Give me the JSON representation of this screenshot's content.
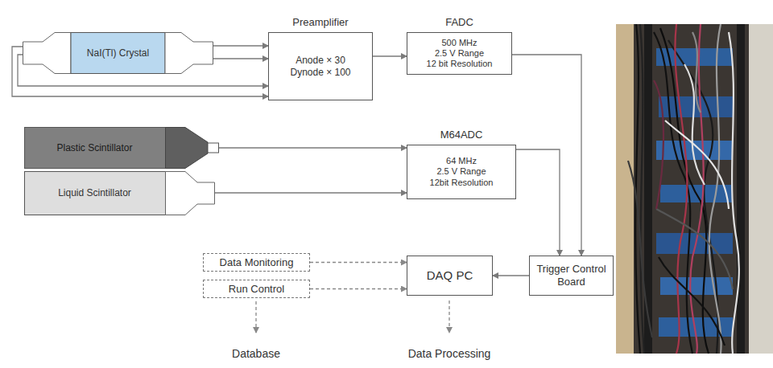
{
  "diagram": {
    "nodes": [
      {
        "text": [
          "NaI(Tl) Crystal"
        ]
      },
      {
        "text": [
          "Preamplifier",
          "Anode × 30",
          "Dynode × 100"
        ]
      },
      {
        "text": [
          "FADC",
          "500 MHz",
          "2.5 V Range",
          "12 bit Resolution"
        ]
      },
      {
        "text": [
          "Plastic Scintillator"
        ]
      },
      {
        "text": [
          "Liquid Scintillator"
        ]
      },
      {
        "text": [
          "M64ADC",
          "64 MHz",
          "2.5 V Range",
          "12bit Resolution"
        ]
      },
      {
        "text": [
          "Data Monitoring"
        ]
      },
      {
        "text": [
          "Run Control"
        ]
      },
      {
        "text": [
          "DAQ PC"
        ]
      },
      {
        "text": [
          "Trigger Control Board"
        ]
      }
    ],
    "edges": [
      {
        "from": 0,
        "to": 1,
        "arrow": "to"
      },
      {
        "from": 0,
        "to": 1,
        "arrow": "to"
      },
      {
        "from": 0,
        "to": 1,
        "arrow": "to"
      },
      {
        "from": 0,
        "to": 1,
        "arrow": "to"
      },
      {
        "from": 1,
        "to": 2,
        "arrow": "to"
      },
      {
        "from": 3,
        "to": 5,
        "arrow": "to"
      },
      {
        "from": 4,
        "to": 5,
        "arrow": "to"
      },
      {
        "from": 2,
        "to": 9,
        "arrow": "to"
      },
      {
        "from": 5,
        "to": 9,
        "arrow": "to"
      },
      {
        "from": 9,
        "to": 8,
        "arrow": "to"
      },
      {
        "from": 6,
        "to": 8,
        "arrow": "to"
      },
      {
        "from": 7,
        "to": 8,
        "arrow": "to"
      }
    ],
    "labels": [
      "Database",
      "Data Processing"
    ]
  }
}
